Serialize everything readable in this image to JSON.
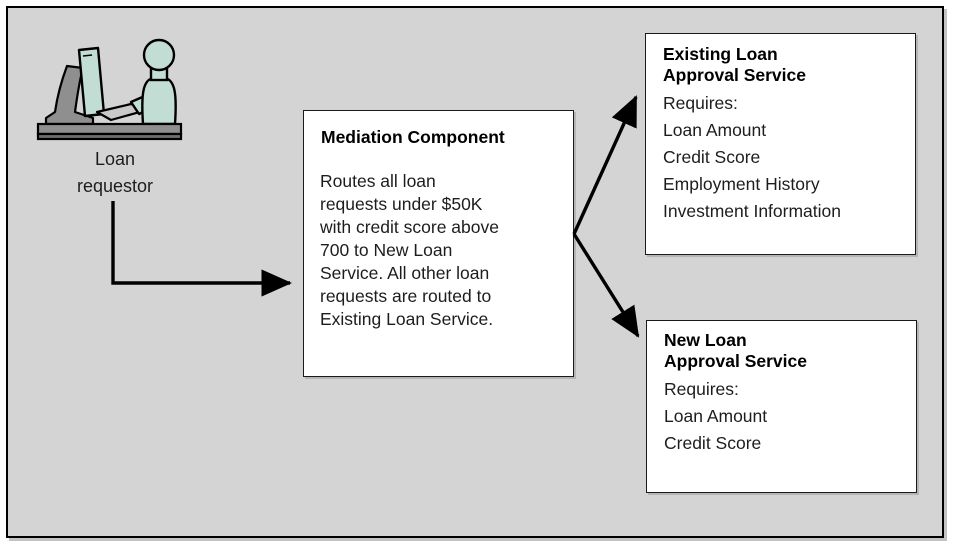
{
  "diagram": {
    "type": "architecture-flow-diagram",
    "background_color": "#d4d4d4",
    "border_color": "#000000",
    "accent_color": "#c2ded4",
    "actor": {
      "icon": "person-at-computer-icon",
      "label": "Loan\nrequestor",
      "label_line1": "Loan",
      "label_line2": "requestor"
    },
    "nodes": [
      {
        "id": "mediation-component",
        "title": "Mediation Component",
        "body": "Routes all loan\nrequests under $50K\nwith credit score above\n700 to New Loan\nService. All other loan\nrequests are routed to\nExisting Loan Service."
      },
      {
        "id": "existing-loan-approval-service",
        "title": "Existing Loan\nApproval Service",
        "requirements": [
          "Requires:",
          "Loan Amount",
          "Credit Score",
          "Employment History",
          "Investment Information"
        ]
      },
      {
        "id": "new-loan-approval-service",
        "title": "New Loan\nApproval Service",
        "requirements": [
          "Requires:",
          "Loan Amount",
          "Credit Score"
        ]
      }
    ],
    "connectors": [
      {
        "id": "requestor-to-mediation",
        "from": "loan-requestor",
        "to": "mediation-component",
        "style": "elbow-arrow"
      },
      {
        "id": "mediation-to-existing",
        "from": "mediation-component",
        "to": "existing-loan-approval-service",
        "style": "diagonal-arrow"
      },
      {
        "id": "mediation-to-new",
        "from": "mediation-component",
        "to": "new-loan-approval-service",
        "style": "diagonal-arrow"
      }
    ]
  }
}
